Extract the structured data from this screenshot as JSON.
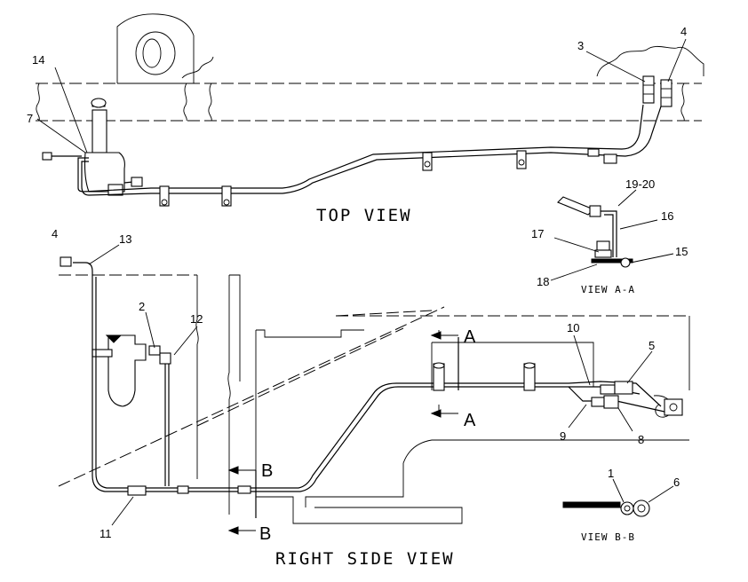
{
  "views": {
    "top": "TOP VIEW",
    "right_side": "RIGHT SIDE VIEW",
    "a_a": "VIEW A-A",
    "b_b": "VIEW B-B"
  },
  "section_markers": {
    "a_top": "A",
    "a_bottom": "A",
    "b_top": "B",
    "b_bottom": "B"
  },
  "callouts": {
    "c1": "1",
    "c2": "2",
    "c3": "3",
    "c4_top": "4",
    "c4_side": "4",
    "c5": "5",
    "c6": "6",
    "c7": "7",
    "c8": "8",
    "c9": "9",
    "c10": "10",
    "c11": "11",
    "c12": "12",
    "c13": "13",
    "c14": "14",
    "c15": "15",
    "c16": "16",
    "c17": "17",
    "c18": "18",
    "c19_20": "19-20"
  }
}
